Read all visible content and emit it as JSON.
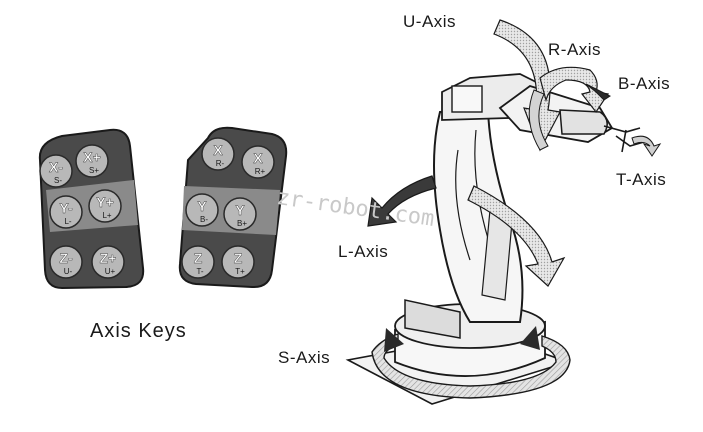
{
  "axis_labels": {
    "u": "U-Axis",
    "r": "R-Axis",
    "b": "B-Axis",
    "t": "T-Axis",
    "l": "L-Axis",
    "s": "S-Axis"
  },
  "caption": "Axis Keys",
  "watermark": "zr-robot.com",
  "left_keypad": {
    "keys": [
      {
        "main": "X-",
        "sub": "S-"
      },
      {
        "main": "X+",
        "sub": "S+"
      },
      {
        "main": "Y-",
        "sub": "L-"
      },
      {
        "main": "Y+",
        "sub": "L+"
      },
      {
        "main": "Z-",
        "sub": "U-"
      },
      {
        "main": "Z+",
        "sub": "U+"
      }
    ]
  },
  "right_keypad": {
    "keys": [
      {
        "main": "X",
        "sub": "R-"
      },
      {
        "main": "X",
        "sub": "R+"
      },
      {
        "main": "Y",
        "sub": "B-"
      },
      {
        "main": "Y",
        "sub": "B+"
      },
      {
        "main": "Z",
        "sub": "T-"
      },
      {
        "main": "Z",
        "sub": "T+"
      }
    ]
  },
  "colors": {
    "keypad_body": "#4a4a4a",
    "keypad_band": "#8a8a8a",
    "key_face": "#b8b8b8",
    "robot_fill": "#f4f4f4",
    "arrow_fill": "#d9d9d9",
    "ink": "#1a1a1a"
  }
}
